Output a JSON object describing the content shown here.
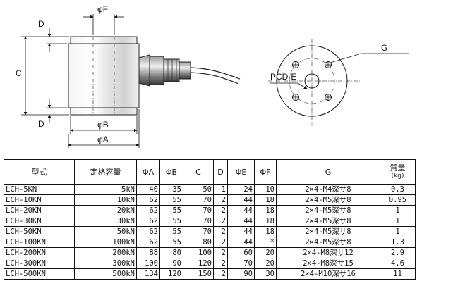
{
  "drawing": {
    "labels": {
      "phi_f": "φF",
      "d_top": "D",
      "c": "C",
      "d_bottom": "D",
      "phi_b": "φB",
      "phi_a": "φA",
      "g": "G",
      "pcd_e": "PCD·E"
    }
  },
  "table": {
    "headers": {
      "model": "型式",
      "capacity": "定格容量",
      "a": "ΦA",
      "b": "ΦB",
      "c": "C",
      "d": "D",
      "e": "ΦE",
      "f": "ΦF",
      "g": "G",
      "weight": "質量",
      "weight_unit": "(kg)"
    },
    "rows": [
      {
        "model": "LCH-5KN",
        "capacity": "5kN",
        "a": "40",
        "b": "35",
        "c": "50",
        "d": "1",
        "e": "24",
        "f": "10",
        "g": "2×4-M4深サ8",
        "weight": "0.3"
      },
      {
        "model": "LCH-10KN",
        "capacity": "10kN",
        "a": "62",
        "b": "55",
        "c": "70",
        "d": "2",
        "e": "44",
        "f": "18",
        "g": "2×4-M5深サ8",
        "weight": "0.95"
      },
      {
        "model": "LCH-20KN",
        "capacity": "20kN",
        "a": "62",
        "b": "55",
        "c": "70",
        "d": "2",
        "e": "44",
        "f": "18",
        "g": "2×4-M5深サ8",
        "weight": "1"
      },
      {
        "model": "LCH-30KN",
        "capacity": "30kN",
        "a": "62",
        "b": "55",
        "c": "70",
        "d": "2",
        "e": "44",
        "f": "18",
        "g": "2×4-M5深サ8",
        "weight": "1"
      },
      {
        "model": "LCH-50KN",
        "capacity": "50kN",
        "a": "62",
        "b": "55",
        "c": "70",
        "d": "2",
        "e": "44",
        "f": "18",
        "g": "2×4-M5深サ8",
        "weight": "1"
      },
      {
        "model": "LCH-100KN",
        "capacity": "100kN",
        "a": "62",
        "b": "55",
        "c": "80",
        "d": "2",
        "e": "44",
        "f": "*",
        "g": "2×4-M5深サ8",
        "weight": "1.3"
      },
      {
        "model": "LCH-200KN",
        "capacity": "200kN",
        "a": "88",
        "b": "80",
        "c": "100",
        "d": "2",
        "e": "60",
        "f": "20",
        "g": "2×4-M8深サ12",
        "weight": "2.9"
      },
      {
        "model": "LCH-300KN",
        "capacity": "300kN",
        "a": "100",
        "b": "90",
        "c": "120",
        "d": "2",
        "e": "70",
        "f": "20",
        "g": "2×4-M8深サ15",
        "weight": "4.6"
      },
      {
        "model": "LCH-500KN",
        "capacity": "500kN",
        "a": "134",
        "b": "120",
        "c": "150",
        "d": "2",
        "e": "90",
        "f": "30",
        "g": "2×4-M10深サ16",
        "weight": "11"
      }
    ]
  }
}
